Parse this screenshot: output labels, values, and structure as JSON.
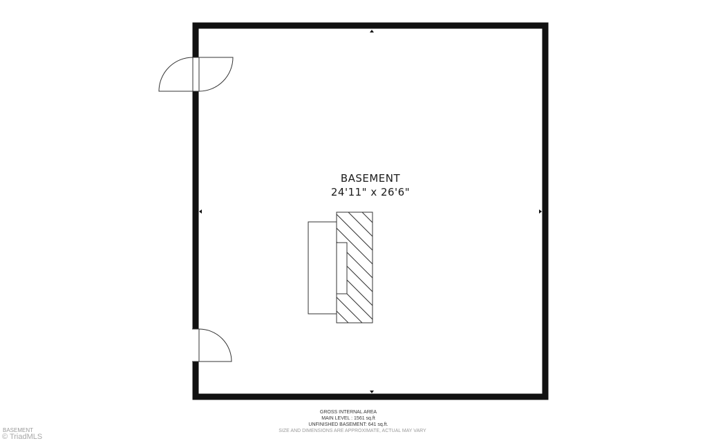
{
  "room": {
    "name": "BASEMENT",
    "dimensions": "24'11\" x 26'6\""
  },
  "area": {
    "heading": "GROSS INTERNAL AREA",
    "main_level": "MAIN LEVEL : 1561 sq.ft",
    "unfinished_basement": "UNFINISHED BASEMENT: 641 sq.ft.",
    "disclaimer": "SIZE AND DIMENSIONS ARE APPROXIMATE, ACTUAL MAY VARY"
  },
  "corner": {
    "floor_label": "BASEMENT",
    "brand": "© TriadMLS"
  },
  "colors": {
    "wall": "#111111",
    "line": "#333333",
    "background": "#ffffff"
  }
}
